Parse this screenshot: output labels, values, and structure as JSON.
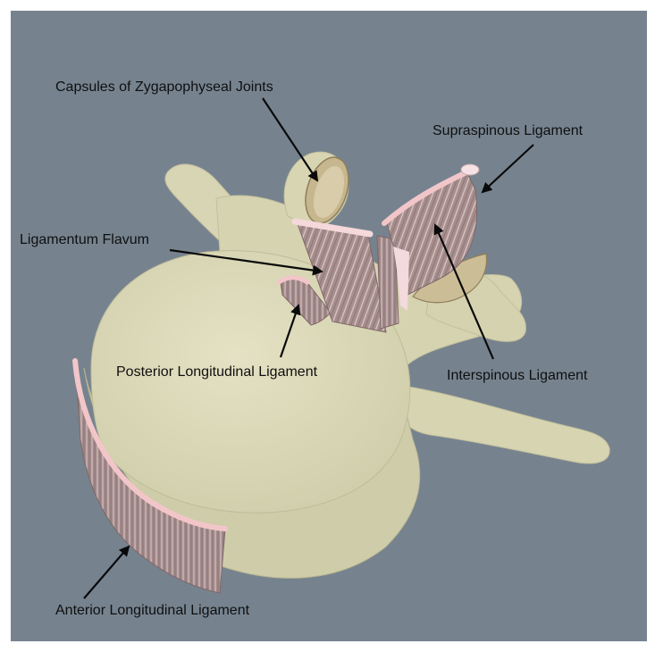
{
  "colors": {
    "background": "#76838f",
    "bone": "#dedcbb",
    "bone_shadow": "#c9c6a2",
    "ligament": "#a98f8e",
    "ligament_edge": "#f2c6c9",
    "arrow": "#0a0a0a"
  },
  "labels": {
    "capsules": "Capsules of Zygapophyseal Joints",
    "supraspinous": "Supraspinous Ligament",
    "flavum": "Ligamentum Flavum",
    "posterior": "Posterior Longitudinal Ligament",
    "interspinous": "Interspinous Ligament",
    "anterior": "Anterior Longitudinal Ligament"
  }
}
